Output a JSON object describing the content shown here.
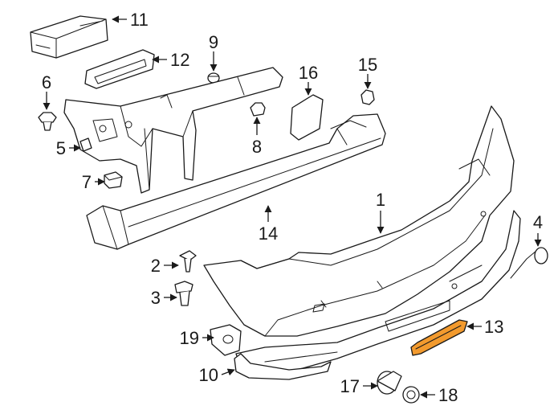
{
  "diagram": {
    "highlight_color": "#f29a2e",
    "line_color": "#1a1a1a",
    "callouts": {
      "c1": "1",
      "c2": "2",
      "c3": "3",
      "c4": "4",
      "c5": "5",
      "c6": "6",
      "c7": "7",
      "c8": "8",
      "c9": "9",
      "c10": "10",
      "c11": "11",
      "c12": "12",
      "c13": "13",
      "c14": "14",
      "c15": "15",
      "c16": "16",
      "c17": "17",
      "c18": "18",
      "c19": "19"
    },
    "highlighted_part": "13"
  }
}
